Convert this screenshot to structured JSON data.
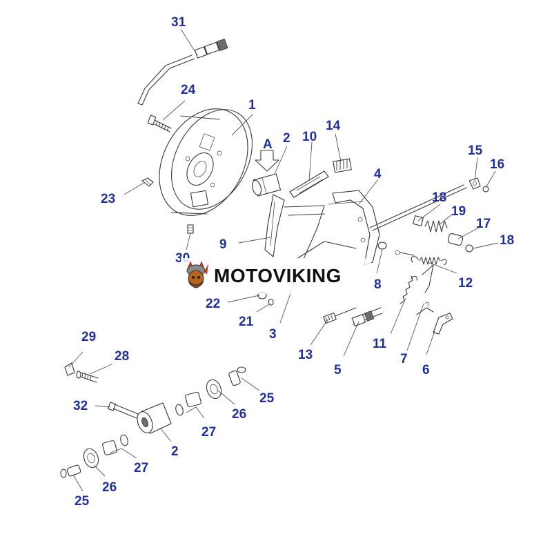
{
  "watermark": {
    "text": "MOTOVIKING"
  },
  "arrow_marker": {
    "letter": "A"
  },
  "callouts": [
    {
      "id": "c31",
      "text": "31"
    },
    {
      "id": "c24",
      "text": "24"
    },
    {
      "id": "c1",
      "text": "1"
    },
    {
      "id": "c2a",
      "text": "2"
    },
    {
      "id": "c10",
      "text": "10"
    },
    {
      "id": "c14",
      "text": "14"
    },
    {
      "id": "c15",
      "text": "15"
    },
    {
      "id": "c16",
      "text": "16"
    },
    {
      "id": "c4",
      "text": "4"
    },
    {
      "id": "c23",
      "text": "23"
    },
    {
      "id": "c18a",
      "text": "18"
    },
    {
      "id": "c19",
      "text": "19"
    },
    {
      "id": "c17",
      "text": "17"
    },
    {
      "id": "c18b",
      "text": "18"
    },
    {
      "id": "c9",
      "text": "9"
    },
    {
      "id": "c30",
      "text": "30"
    },
    {
      "id": "c8",
      "text": "8"
    },
    {
      "id": "c12",
      "text": "12"
    },
    {
      "id": "c22",
      "text": "22"
    },
    {
      "id": "c21",
      "text": "21"
    },
    {
      "id": "c3",
      "text": "3"
    },
    {
      "id": "c11",
      "text": "11"
    },
    {
      "id": "c13",
      "text": "13"
    },
    {
      "id": "c5",
      "text": "5"
    },
    {
      "id": "c7",
      "text": "7"
    },
    {
      "id": "c6",
      "text": "6"
    },
    {
      "id": "c29",
      "text": "29"
    },
    {
      "id": "c28",
      "text": "28"
    },
    {
      "id": "c25a",
      "text": "25"
    },
    {
      "id": "c32",
      "text": "32"
    },
    {
      "id": "c26a",
      "text": "26"
    },
    {
      "id": "c27a",
      "text": "27"
    },
    {
      "id": "c2b",
      "text": "2"
    },
    {
      "id": "c27b",
      "text": "27"
    },
    {
      "id": "c26b",
      "text": "26"
    },
    {
      "id": "c25b",
      "text": "25"
    }
  ],
  "colors": {
    "callout": "#1f2f9f",
    "ink": "#3a3a3a",
    "watermark_text": "#111111",
    "logo_accent": "#c0392b",
    "logo_body": "#b5651d"
  }
}
